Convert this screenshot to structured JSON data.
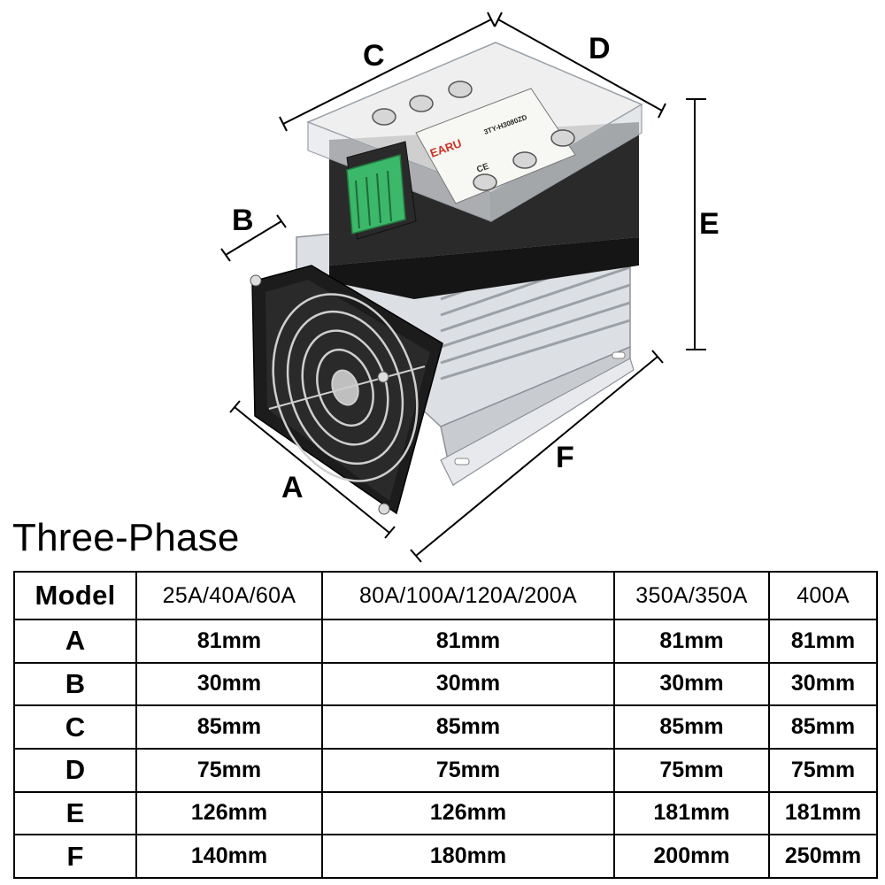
{
  "diagram": {
    "labels": {
      "a": "A",
      "b": "B",
      "c": "C",
      "d": "D",
      "e": "E",
      "f": "F"
    },
    "device_texts": {
      "brand": "EARU",
      "model_code": "3TY-H3080ZD",
      "ce_mark": "CE"
    },
    "colors": {
      "terminal_block": "#3cb86a",
      "heatsink": "#cfd2d6",
      "fan": "#1c1c1c",
      "housing": "#1e1e1e",
      "cover": "#e6eaee"
    }
  },
  "heading": "Three-Phase",
  "table": {
    "corner": "Model",
    "columns": [
      "25A/40A/60A",
      "80A/100A/120A/200A",
      "350A/350A",
      "400A"
    ],
    "rows": [
      {
        "label": "A",
        "values": [
          "81mm",
          "81mm",
          "81mm",
          "81mm"
        ]
      },
      {
        "label": "B",
        "values": [
          "30mm",
          "30mm",
          "30mm",
          "30mm"
        ]
      },
      {
        "label": "C",
        "values": [
          "85mm",
          "85mm",
          "85mm",
          "85mm"
        ]
      },
      {
        "label": "D",
        "values": [
          "75mm",
          "75mm",
          "75mm",
          "75mm"
        ]
      },
      {
        "label": "E",
        "values": [
          "126mm",
          "126mm",
          "181mm",
          "181mm"
        ]
      },
      {
        "label": "F",
        "values": [
          "140mm",
          "180mm",
          "200mm",
          "250mm"
        ]
      }
    ]
  }
}
